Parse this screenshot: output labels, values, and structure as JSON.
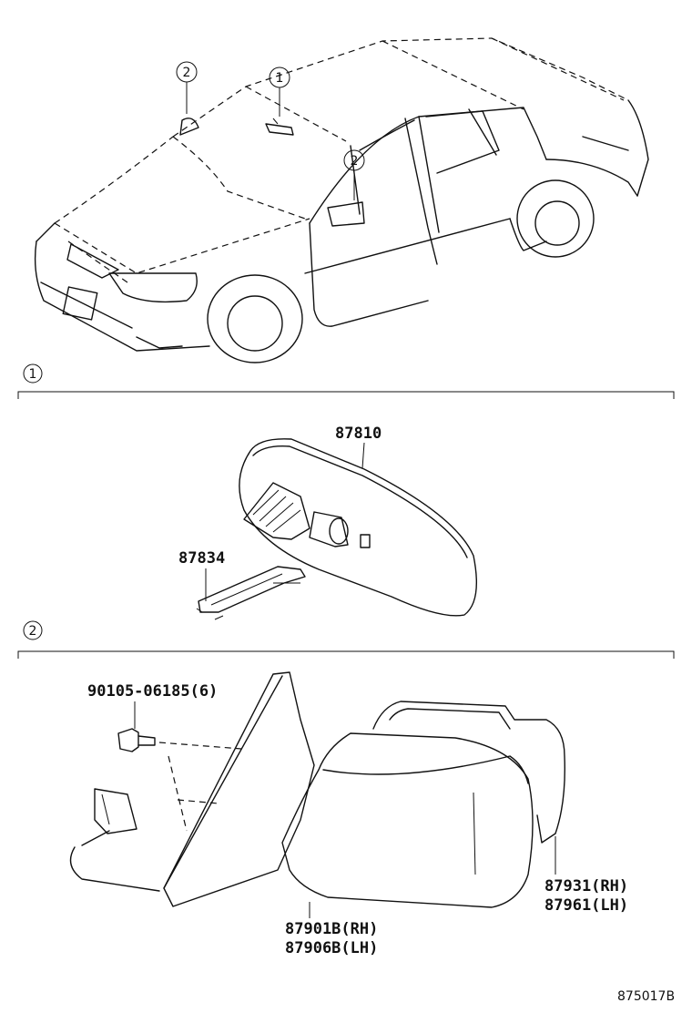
{
  "callouts": {
    "section1": "1",
    "section2": "2",
    "car_mirror_inside": "1",
    "car_mirror_left": "2",
    "car_mirror_right": "2"
  },
  "parts": {
    "inner_mirror": "87810",
    "inner_mirror_clip": "87834",
    "screw": "90105-06185(6)",
    "mirror_glass_rh": "87931(RH)",
    "mirror_glass_lh": "87961(LH)",
    "outer_mirror_rh": "87901B(RH)",
    "outer_mirror_lh": "87906B(LH)"
  },
  "figure_code": "875017B"
}
